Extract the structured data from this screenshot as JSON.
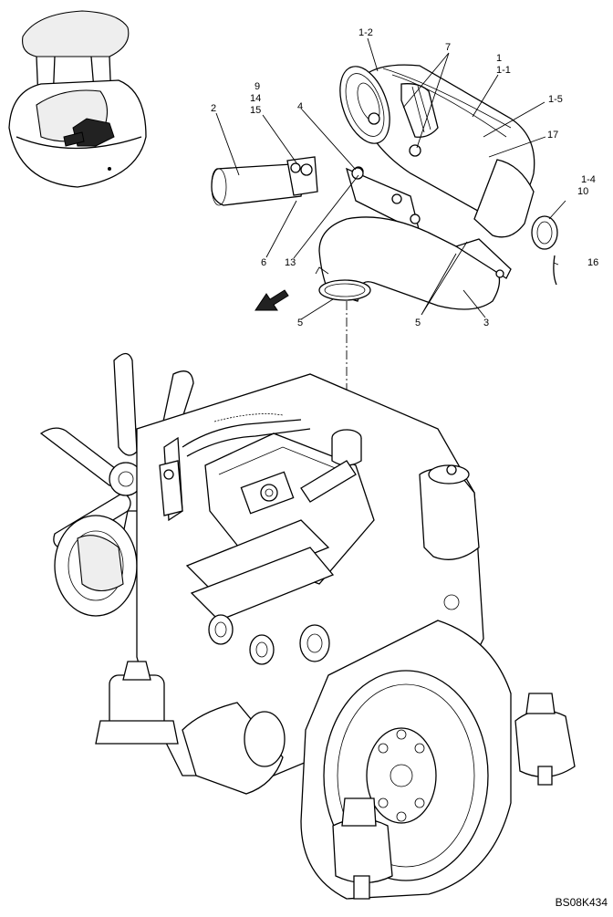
{
  "labels": {
    "l_1_2": "1-2",
    "l_7": "7",
    "l_1": "1",
    "l_1_1": "1-1",
    "l_1_5": "1-5",
    "l_17": "17",
    "l_9": "9",
    "l_14": "14",
    "l_15": "15",
    "l_2": "2",
    "l_4": "4",
    "l_1_4": "1-4",
    "l_10": "10",
    "l_16": "16",
    "l_6": "6",
    "l_13": "13",
    "l_5a": "5",
    "l_5b": "5",
    "l_3": "3"
  },
  "drawing_code": "BS08K434",
  "icons": {
    "direction_arrow": "arrow-left-down-icon",
    "machine_thumbnail": "excavator-locator-icon"
  }
}
